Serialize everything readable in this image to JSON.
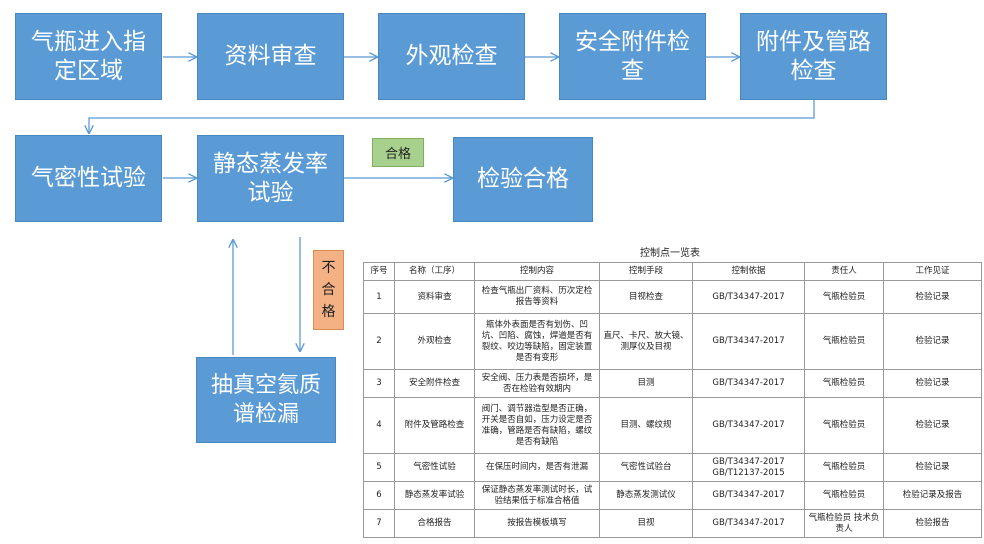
{
  "flow": {
    "step1": "气瓶进入指定区域",
    "step2": "资料审查",
    "step3": "外观检查",
    "step4": "安全附件检查",
    "step5": "附件及管路检查",
    "step6": "气密性试验",
    "step7": "静态蒸发率试验",
    "step8": "检验合格",
    "step9": "抽真空氦质谱检漏",
    "pass_label": "合格",
    "fail_label": "不合格"
  },
  "colors": {
    "box_fill": "#5b9bd5",
    "arrow": "#5b9bd5",
    "pass_tag": "#a9d18e",
    "fail_tag": "#f4b183"
  },
  "table": {
    "title": "控制点一览表",
    "headers": [
      "序号",
      "名称（工序）",
      "控制内容",
      "控制手段",
      "控制依据",
      "责任人",
      "工作见证"
    ],
    "rows": [
      [
        "1",
        "资料审查",
        "检查气瓶出厂资料、历次定检报告等资料",
        "目视检查",
        "GB/T34347-2017",
        "气瓶检验员",
        "检验记录"
      ],
      [
        "2",
        "外观检查",
        "瓶体外表面是否有划伤、凹坑、凹陷、腐蚀，焊道是否有裂纹、咬边等缺陷，固定装置是否有变形",
        "直尺、卡尺、放大镜、测厚仪及目视",
        "GB/T34347-2017",
        "气瓶检验员",
        "检验记录"
      ],
      [
        "3",
        "安全附件检查",
        "安全阀、压力表是否损坏，是否在检验有效期内",
        "目测",
        "GB/T34347-2017",
        "气瓶检验员",
        "检验记录"
      ],
      [
        "4",
        "附件及管路检查",
        "阀门、调节器造型是否正确，开关是否自如，压力设定是否准确，管路是否有缺陷，螺纹是否有缺陷",
        "目测、螺纹规",
        "GB/T34347-2017",
        "气瓶检验员",
        "检验记录"
      ],
      [
        "5",
        "气密性试验",
        "在保压时间内，是否有泄漏",
        "气密性试验台",
        "GB/T34347-2017 GB/T12137-2015",
        "气瓶检验员",
        "检验记录"
      ],
      [
        "6",
        "静态蒸发率试验",
        "保证静态蒸发率测试时长，试验结果低于标准合格值",
        "静态蒸发测试仪",
        "GB/T34347-2017",
        "气瓶检验员",
        "检验记录及报告"
      ],
      [
        "7",
        "合格报告",
        "按报告模板填写",
        "目视",
        "GB/T34347-2017",
        "气瓶检验员 技术负责人",
        "检验报告"
      ]
    ]
  }
}
